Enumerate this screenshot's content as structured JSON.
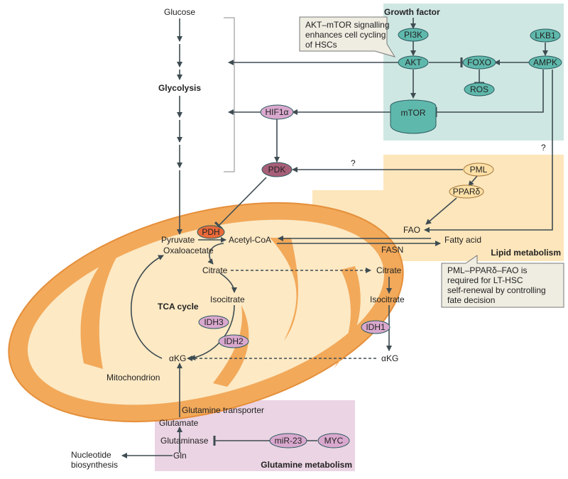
{
  "colors": {
    "growth_panel": "#cfe7e3",
    "lipid_panel": "#fde6bb",
    "glutamine_panel": "#ebd4e4",
    "mito_outer": "#f2a95a",
    "mito_inner": "#fde9c4",
    "teal_node": "#5fb8ac",
    "pink_node": "#d9a8ce",
    "orange_node": "#fde0a6",
    "pdh": "#e96a3a",
    "pdk": "#a75f78",
    "callout": "#efede2"
  },
  "panels": {
    "growth_title": "Growth factor",
    "lipid_title": "Lipid metabolism",
    "glutamine_title": "Glutamine metabolism"
  },
  "callouts": {
    "akt": [
      "AKT–mTOR signalling",
      "enhances cell cycling",
      "of HSCs"
    ],
    "pml": [
      "PML–PPARδ–FAO is",
      "required for LT-HSC",
      "self-renewal by controlling",
      "fate decision"
    ]
  },
  "nodes": {
    "pi3k": "PI3K",
    "akt": "AKT",
    "foxo": "FOXO",
    "ros": "ROS",
    "lkb1": "LKB1",
    "ampk": "AMPK",
    "mtor": "mTOR",
    "hif1a": "HIF1α",
    "pdk": "PDK",
    "pdh": "PDH",
    "pml": "PML",
    "ppard": "PPARδ",
    "idh3": "IDH3",
    "idh2": "IDH2",
    "idh1": "IDH1",
    "mir23": "miR-23",
    "myc": "MYC"
  },
  "labels": {
    "glucose": "Glucose",
    "glycolysis": "Glycolysis",
    "pyruvate": "Pyruvate",
    "acetyl_coa": "Acetyl-CoA",
    "oxaloacetate": "Oxaloacetate",
    "citrate_mito": "Citrate",
    "isocitrate_mito": "Isocitrate",
    "tca_cycle": "TCA cycle",
    "akg_mito": "αKG",
    "mitochondrion": "Mitochondrion",
    "citrate_cyto": "Citrate",
    "isocitrate_cyto": "Isocitrate",
    "akg_cyto": "αKG",
    "fao": "FAO",
    "fatty_acid": "Fatty acid",
    "fasn": "FASN",
    "q1": "?",
    "q2": "?",
    "glutamine_transporter": "Glutamine transporter",
    "glutamate": "Glutamate",
    "glutaminase": "Glutaminase",
    "gln": "Gln",
    "nucleotide": "Nucleotide",
    "biosynthesis": "biosynthesis"
  }
}
